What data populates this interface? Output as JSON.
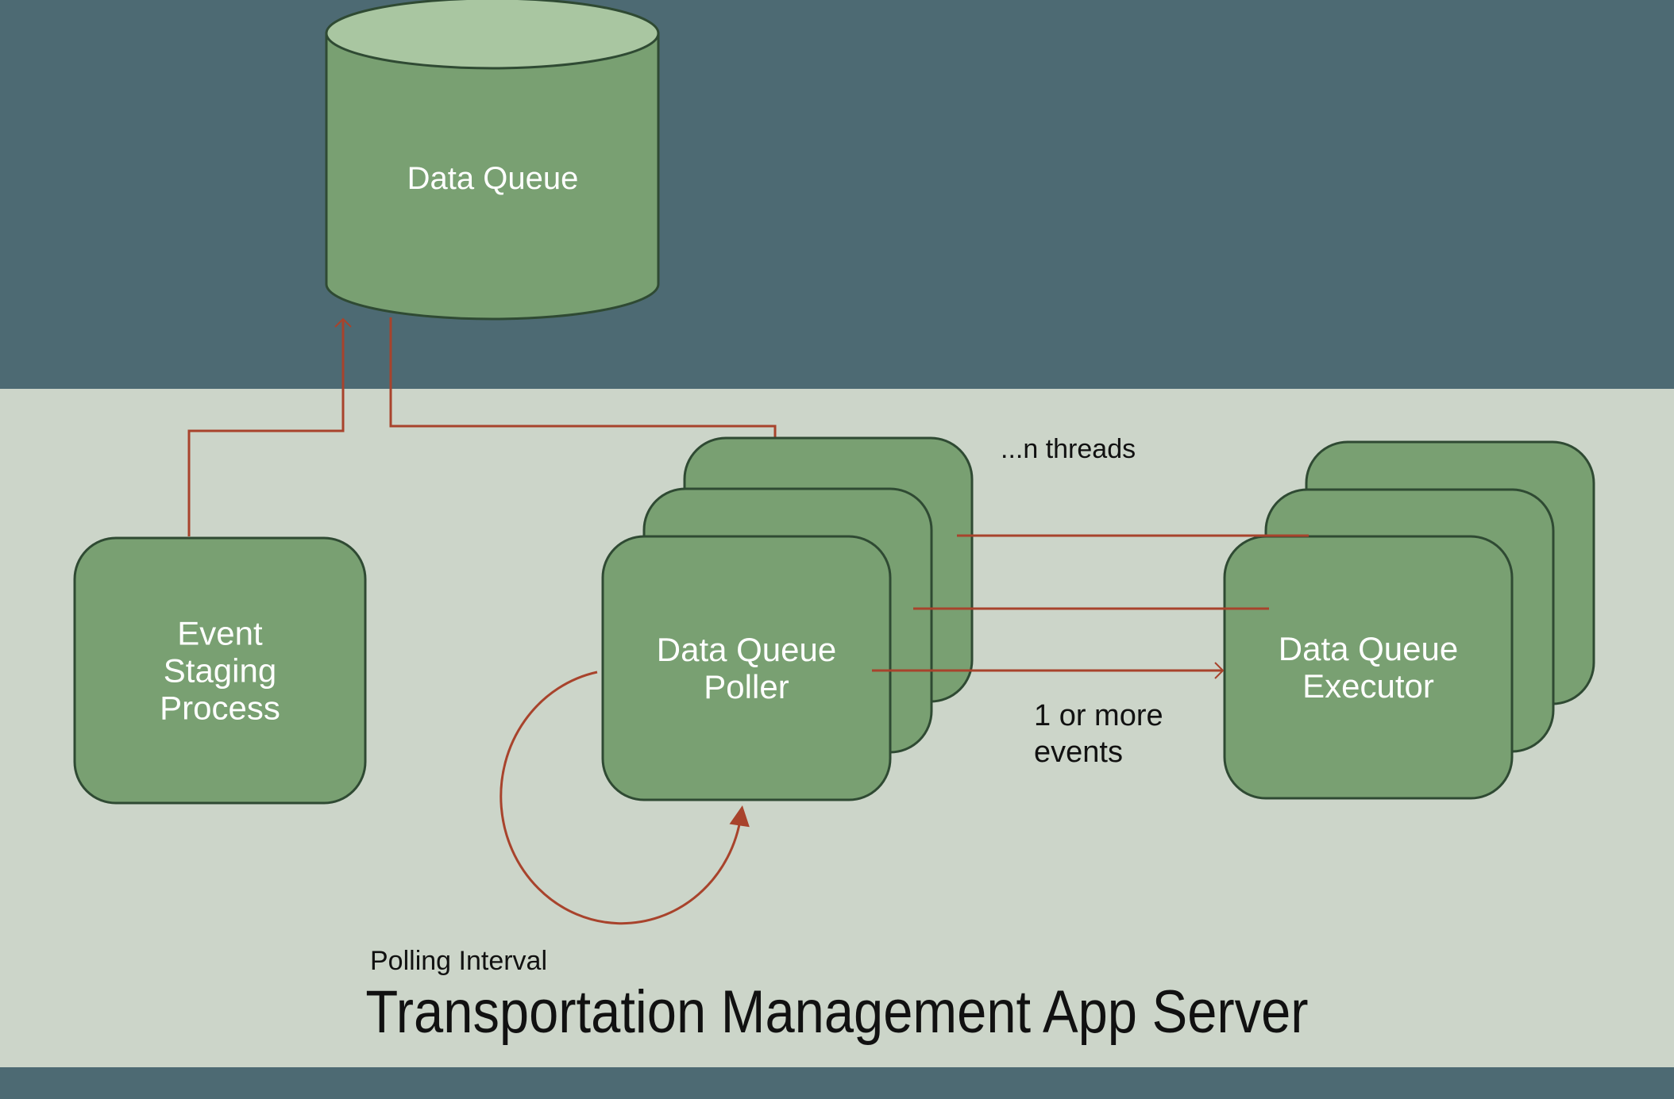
{
  "diagram": {
    "title": "Transportation Management App Server",
    "colors": {
      "outer_background": "#4d6a73",
      "server_panel": "#ccd5c9",
      "node_fill": "#79a072",
      "node_stroke": "#2f4a33",
      "cylinder_top_fill": "#a9c6a1",
      "connector": "#a8432c",
      "arrowhead": "#a8432c",
      "node_text": "#ffffff",
      "label_text": "#111111"
    },
    "queue": {
      "label": "Data Queue"
    },
    "nodes": [
      {
        "id": "event-staging-process",
        "label": "Event\nStaging\nProcess",
        "stacked": false
      },
      {
        "id": "data-queue-poller",
        "label": "Data Queue\nPoller",
        "stacked": true,
        "copies": 3
      },
      {
        "id": "data-queue-executor",
        "label": "Data Queue\nExecutor",
        "stacked": true,
        "copies": 3
      }
    ],
    "annotations": {
      "threads": "...n threads",
      "events": "1 or more\nevents",
      "polling_interval": "Polling Interval"
    }
  }
}
